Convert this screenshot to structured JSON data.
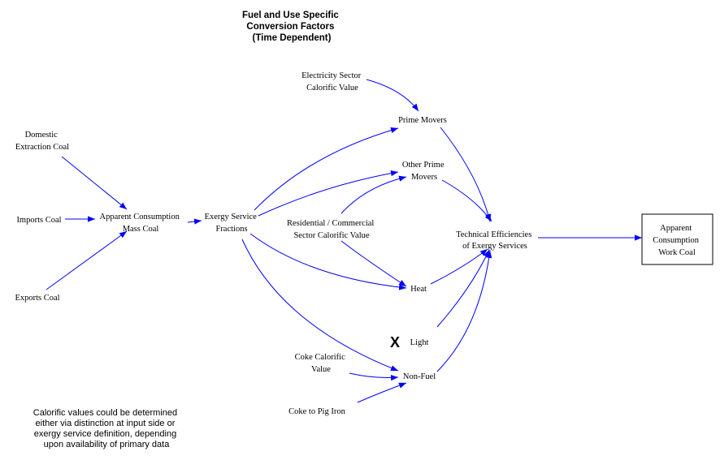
{
  "title": [
    "Fuel and Use Specific",
    "Conversion Factors",
    "(Time Dependent)"
  ],
  "nodes": {
    "domestic_extraction": [
      "Domestic",
      "Extraction Coal"
    ],
    "imports": [
      "Imports Coal"
    ],
    "exports": [
      "Exports Coal"
    ],
    "apparent_mass": [
      "Apparent Consumption",
      "Mass Coal"
    ],
    "exergy_fractions": [
      "Exergy Service",
      "Fractions"
    ],
    "electricity_calorific": [
      "Electricity Sector",
      "Calorific Value"
    ],
    "prime_movers": [
      "Prime Movers"
    ],
    "other_prime_movers": [
      "Other Prime",
      "Movers"
    ],
    "residential_calorific": [
      "Residential / Commercial",
      "Sector Calorific Value"
    ],
    "heat": [
      "Heat"
    ],
    "light": [
      "Light"
    ],
    "coke_calorific": [
      "Coke Calorific",
      "Value"
    ],
    "non_fuel": [
      "Non-Fuel"
    ],
    "coke_pig_iron": [
      "Coke to Pig Iron"
    ],
    "technical_efficiencies": [
      "Technical Efficiencies",
      "of Exergy Services"
    ],
    "apparent_work": [
      "Apparent",
      "Consumption",
      "Work Coal"
    ]
  },
  "light_marker": "X",
  "note": [
    "Calorific values could be determined",
    "either via distinction at input side or",
    "exergy service definition, depending",
    "upon availability of primary data"
  ],
  "colors": {
    "arrow": "#0000ff",
    "text": "#000000",
    "box": "#000000"
  }
}
